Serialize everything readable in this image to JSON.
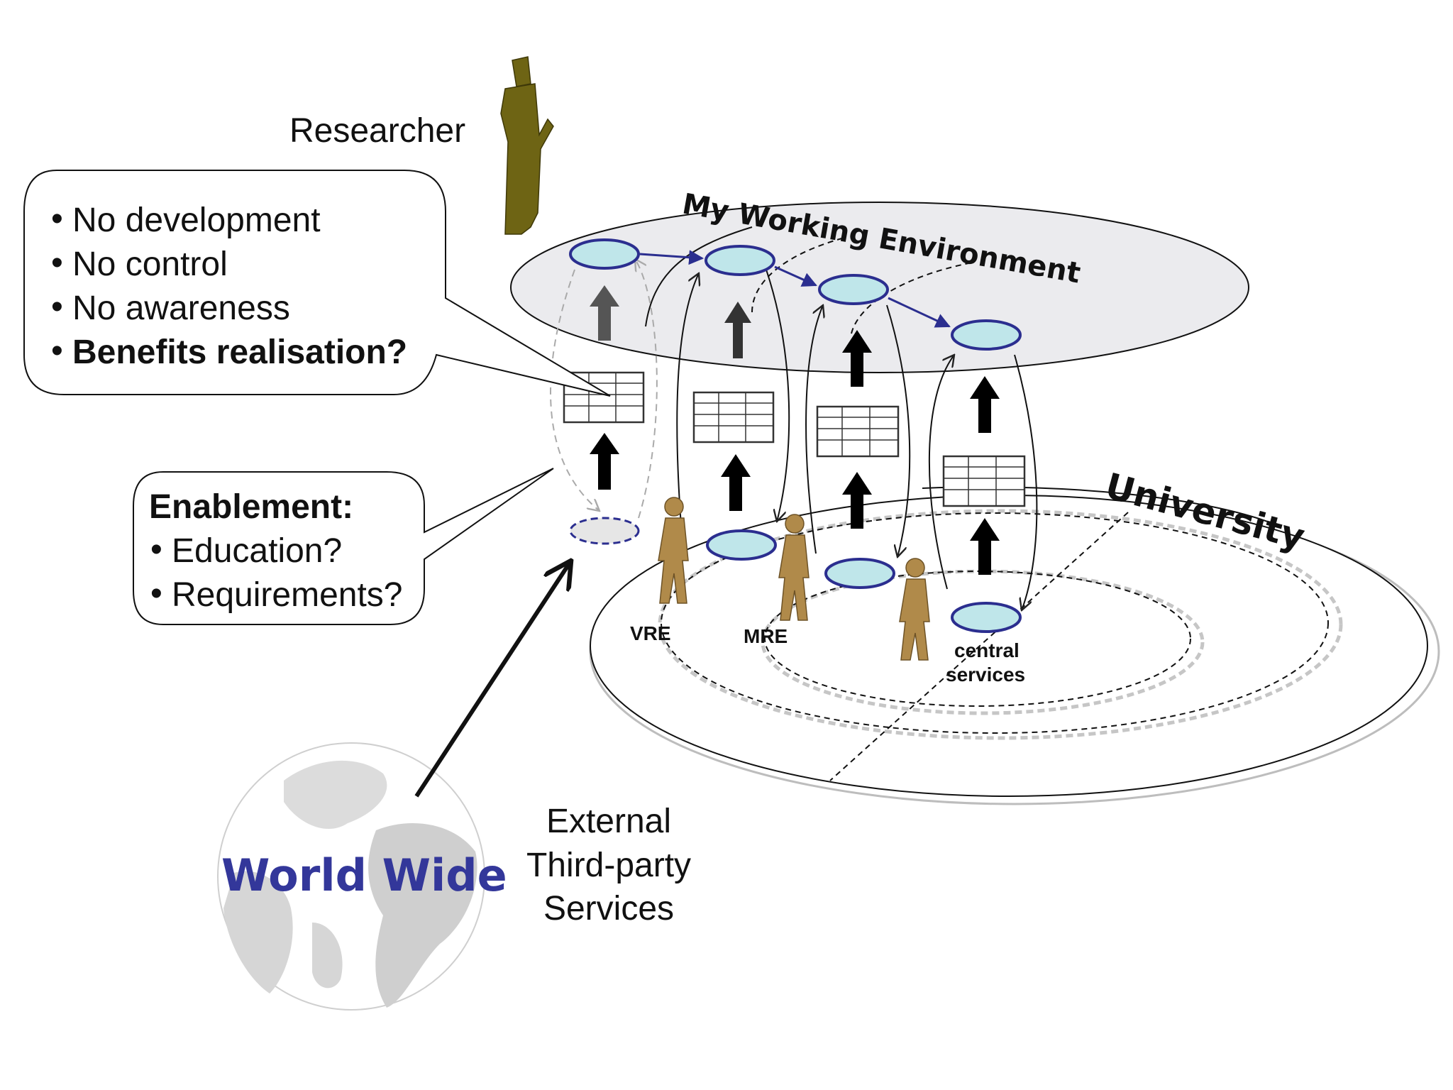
{
  "researcher_label": "Researcher",
  "working_env_title": "My Working Environment",
  "university_label": "University",
  "callout_top": {
    "bullet": "•",
    "items": [
      "No development",
      "No control",
      "No awareness"
    ],
    "bold_item": "Benefits realisation?"
  },
  "callout_enablement": {
    "title": "Enablement:",
    "bullet": "•",
    "items": [
      "Education?",
      "Requirements?"
    ]
  },
  "ring_labels": {
    "vre": "VRE",
    "mre": "MRE",
    "central_1": "central",
    "central_2": "services"
  },
  "world_label": "World Wide",
  "external_lines": [
    "External",
    "Third-party",
    "Services"
  ],
  "colors": {
    "service_fill": "#bfe6ea",
    "service_stroke": "#2b2e8f",
    "figure": "#b08a4a",
    "researcher": "#6e6414",
    "world_text": "#33379a",
    "plane": "#ebebee"
  }
}
